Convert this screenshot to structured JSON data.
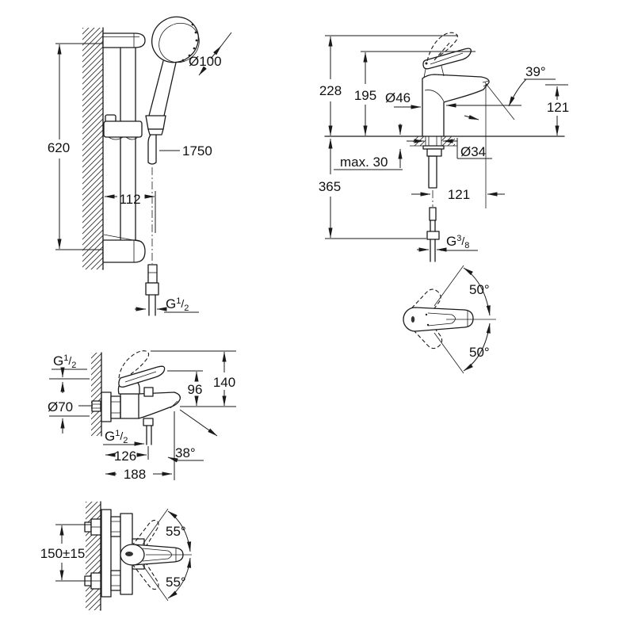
{
  "colors": {
    "ink": "#1a1a1a",
    "background": "#ffffff"
  },
  "drawing": {
    "shower_rail": {
      "rail_height": "620",
      "rail_offset": "112",
      "head_diameter": "Ø100",
      "hose_length": "1750",
      "hose_thread": {
        "g": "G",
        "num": "1",
        "slash": "/",
        "den": "2"
      }
    },
    "basin_mixer": {
      "overall_height": "228",
      "height_to_spout_top": "195",
      "body_diameter": "Ø46",
      "spout_angle": "39°",
      "spout_height": "121",
      "deck_thickness": "max. 30",
      "hole_diameter": "Ø34",
      "supply_height": "365",
      "spout_reach": "121",
      "supply_thread": {
        "g": "G",
        "num": "3",
        "slash": "/",
        "den": "8"
      }
    },
    "handle_swivel": {
      "upper": "50°",
      "lower": "50°"
    },
    "bath_mixer": {
      "wall_thread": {
        "g": "G",
        "num": "1",
        "slash": "/",
        "den": "2"
      },
      "escutcheon_diameter": "Ø70",
      "handle_rise": "96",
      "overall_height": "140",
      "outlet_thread": {
        "g": "G",
        "num": "1",
        "slash": "/",
        "den": "2"
      },
      "outlet_reach": "126",
      "spout_angle": "38°",
      "overall_reach": "188"
    },
    "shower_mixer": {
      "pipe_centers": "150±15",
      "swing_up": "55°",
      "swing_down": "55°"
    }
  }
}
